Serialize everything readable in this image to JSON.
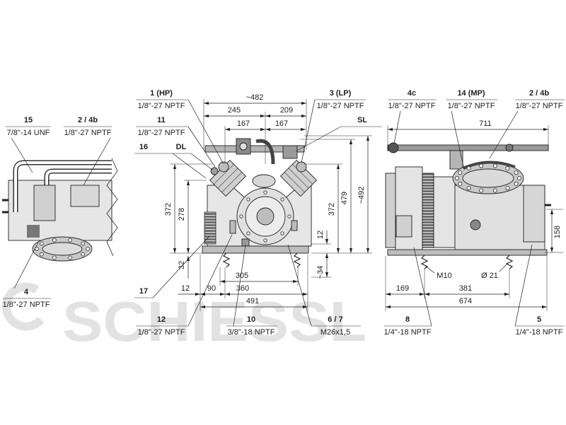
{
  "watermark": "SCHIESSL",
  "callouts": {
    "c15": {
      "id": "15",
      "spec": "7/8\"-14 UNF"
    },
    "c2_4b_left": {
      "id": "2 / 4b",
      "spec": "1/8\"-27 NPTF"
    },
    "c4": {
      "id": "4",
      "spec": "1/8\"-27 NPTF"
    },
    "c1_hp": {
      "id": "1 (HP)",
      "spec": "1/8\"-27 NPTF"
    },
    "c11": {
      "id": "11",
      "spec": "1/8\"-27 NPTF"
    },
    "c16": {
      "id": "16"
    },
    "c_dl": {
      "id": "DL"
    },
    "c3_lp": {
      "id": "3 (LP)",
      "spec": "1/8\"-27 NPTF"
    },
    "c_sl": {
      "id": "SL"
    },
    "c17": {
      "id": "17"
    },
    "c12": {
      "id": "12",
      "spec": "1/8\"-27 NPTF"
    },
    "c10": {
      "id": "10",
      "spec": "3/8\"-18 NPTF"
    },
    "c6_7": {
      "id": "6 / 7",
      "spec": "M26x1,5"
    },
    "c4c": {
      "id": "4c",
      "spec": "1/8\"-27 NPTF"
    },
    "c14_mp": {
      "id": "14 (MP)",
      "spec": "1/8\"-27 NPTF"
    },
    "c2_4b_right": {
      "id": "2 / 4b",
      "spec": "1/8\"-27 NPTF"
    },
    "c8": {
      "id": "8",
      "spec": "1/4\"-18 NPTF"
    },
    "c5": {
      "id": "5",
      "spec": "1/4\"-18 NPTF"
    }
  },
  "front_dims": {
    "overall_width": "~482",
    "upper_left": "245",
    "upper_right": "209",
    "head_left": "167",
    "head_right": "167",
    "height_372_left": "372",
    "height_278": "278",
    "height_372_right": "372",
    "height_479": "479",
    "height_492": "~492",
    "foot_12": "12",
    "foot_34": "~34",
    "offset_32": "32",
    "spacing_305": "305",
    "offset_12": "12",
    "offset_90": "90",
    "width_360": "360",
    "base_491": "491"
  },
  "side_dims": {
    "length_711": "711",
    "height_158": "158",
    "thread": "M10",
    "diameter": "Ø 21",
    "length_169": "169",
    "length_381": "381",
    "length_674": "674"
  }
}
